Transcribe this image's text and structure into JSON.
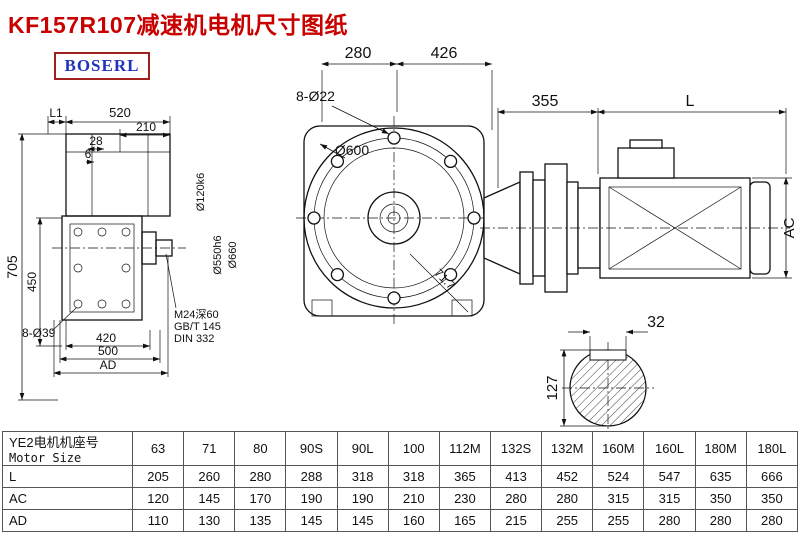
{
  "page": {
    "title": "KF157R107减速机电机尺寸图纸",
    "logo": "BOSERL"
  },
  "drawing": {
    "side_view": {
      "l1": "L1",
      "w520": "520",
      "w210": "210",
      "w28": "28",
      "w6": "6",
      "h705": "705",
      "h450": "450",
      "holes": "8-Ø39",
      "w420": "420",
      "w500": "500",
      "ad": "AD",
      "shaft_dia": "Ø120k6",
      "flange_dia": "Ø550h6",
      "outer_dia": "Ø660",
      "tap_note1": "M24深60",
      "tap_note2": "GB/T 145",
      "tap_note3": "DIN 332"
    },
    "front_view": {
      "w280": "280",
      "w426": "426",
      "bolt_holes": "8-Ø22",
      "flange": "Ø600",
      "angle": "71.7"
    },
    "motor_view": {
      "w355": "355",
      "len": "L",
      "ac": "AC"
    },
    "shaft_view": {
      "key_w": "32",
      "h127": "127"
    }
  },
  "table": {
    "header_cn": "YE2电机机座号",
    "header_en": "Motor Size",
    "sizes": [
      "63",
      "71",
      "80",
      "90S",
      "90L",
      "100",
      "112M",
      "132S",
      "132M",
      "160M",
      "160L",
      "180M",
      "180L"
    ],
    "rows": [
      {
        "label": "L",
        "values": [
          "205",
          "260",
          "280",
          "288",
          "318",
          "318",
          "365",
          "413",
          "452",
          "524",
          "547",
          "635",
          "666"
        ]
      },
      {
        "label": "AC",
        "values": [
          "120",
          "145",
          "170",
          "190",
          "190",
          "210",
          "230",
          "280",
          "280",
          "315",
          "315",
          "350",
          "350"
        ]
      },
      {
        "label": "AD",
        "values": [
          "110",
          "130",
          "135",
          "145",
          "145",
          "160",
          "165",
          "215",
          "255",
          "255",
          "280",
          "280",
          "280"
        ]
      }
    ]
  }
}
